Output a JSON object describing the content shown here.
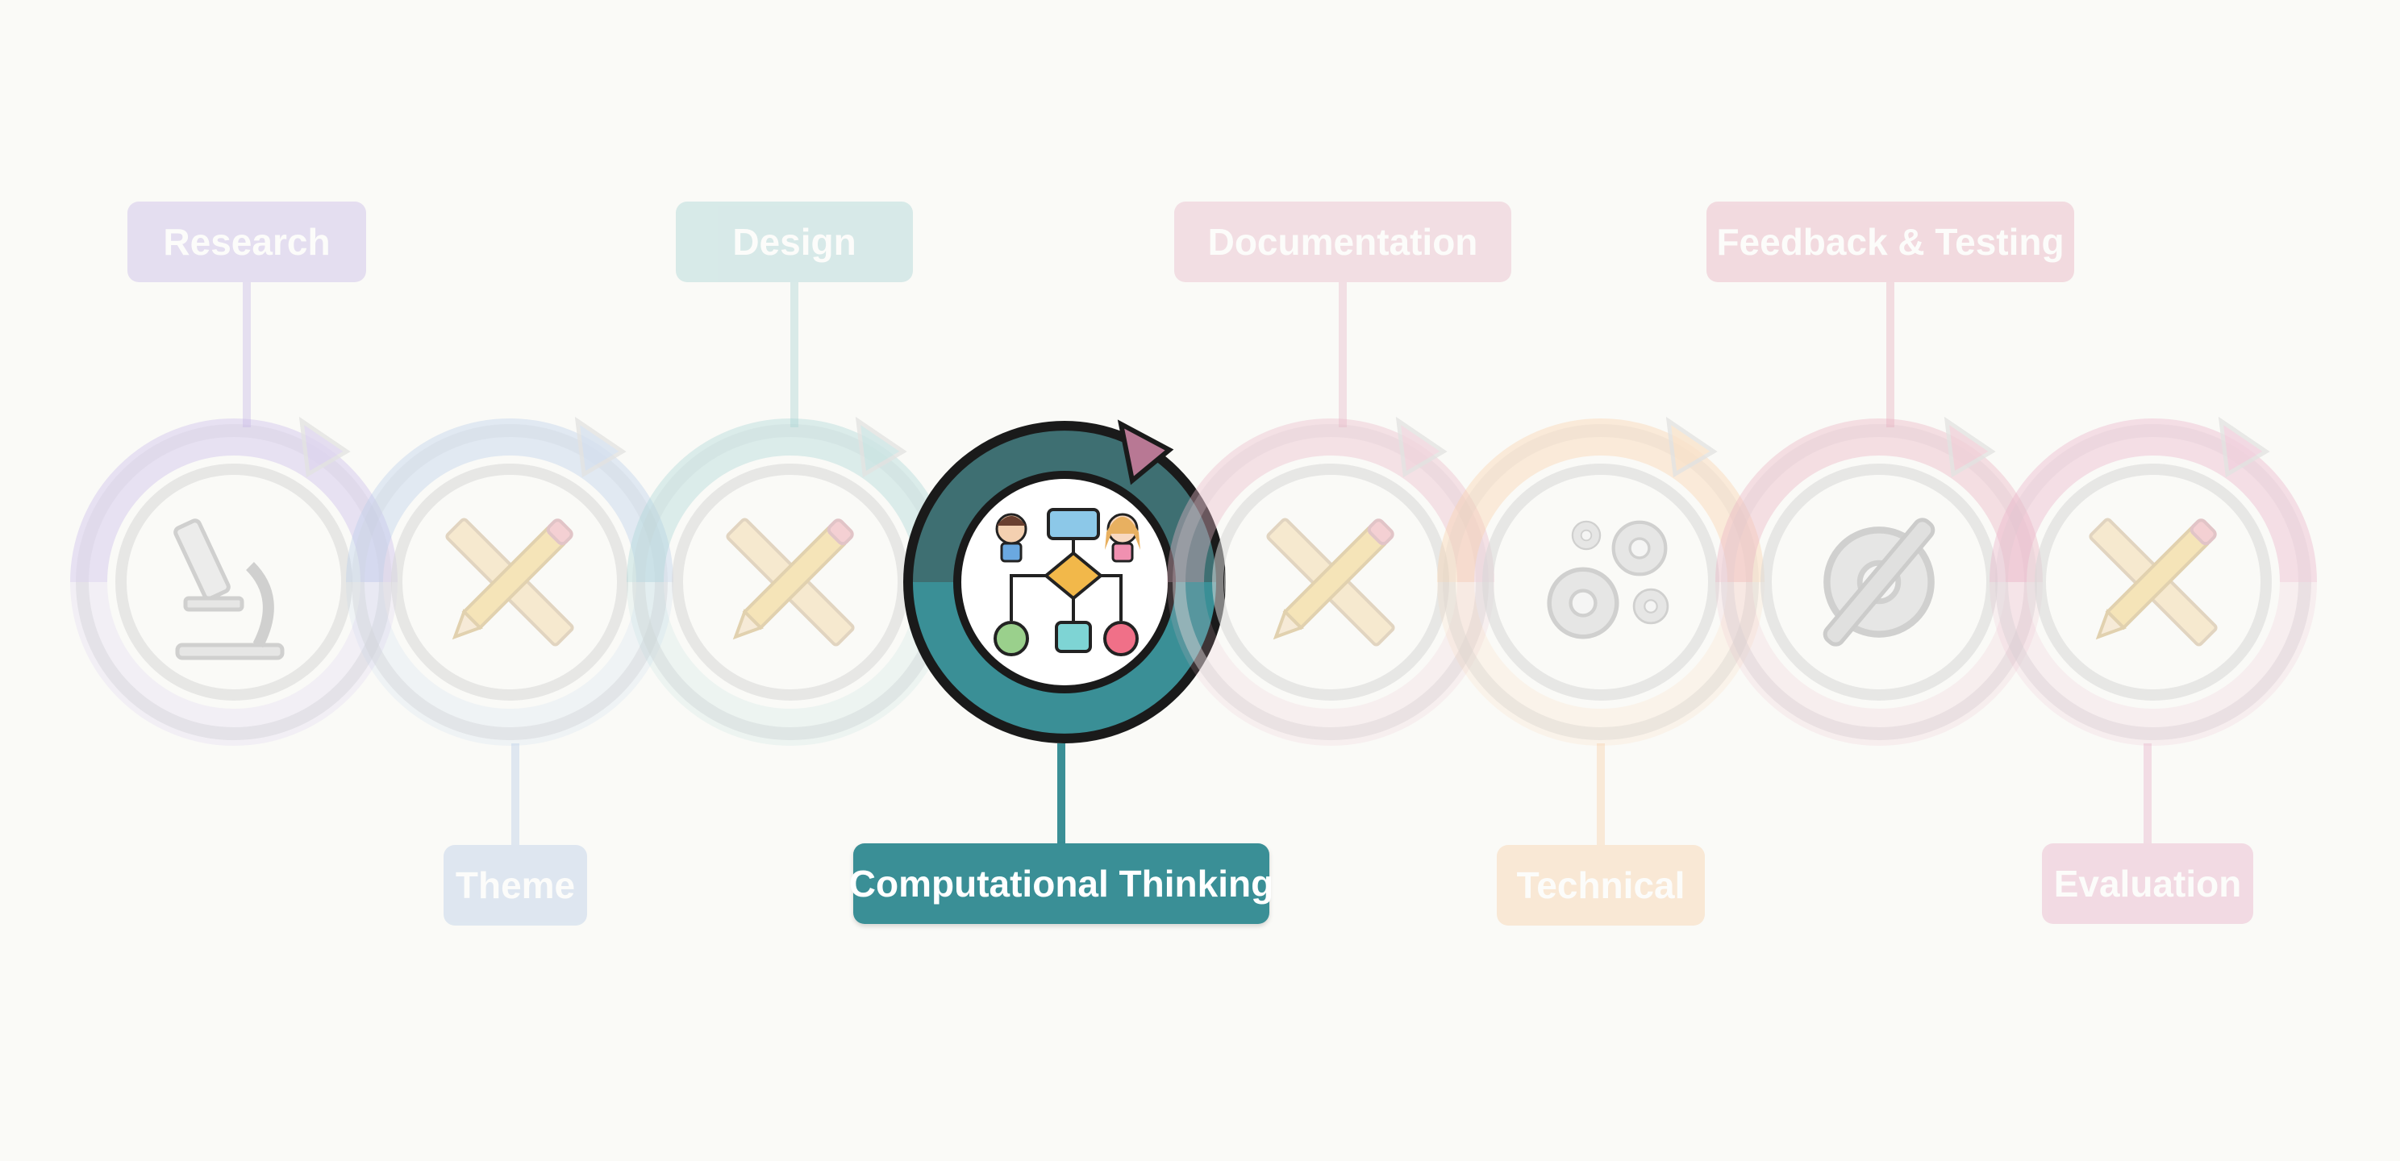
{
  "diagram": {
    "stages": [
      {
        "label": "Research",
        "color": "#c8b8e8",
        "icon": "microscope-icon",
        "active": false
      },
      {
        "label": "Theme",
        "color": "#b8cce8",
        "icon": "pencil-ruler-icon",
        "active": false
      },
      {
        "label": "Design",
        "color": "#a8d4d4",
        "icon": "pencil-ruler-icon",
        "active": false
      },
      {
        "label": "Computational Thinking",
        "color": "#3a8f96",
        "icon": "flowchart-kids-icon",
        "active": true
      },
      {
        "label": "Documentation",
        "color": "#e8b8c8",
        "icon": "pencil-ruler-icon",
        "active": false
      },
      {
        "label": "Technical",
        "color": "#f8d0a8",
        "icon": "gears-icon",
        "active": false
      },
      {
        "label": "Feedback & Testing",
        "color": "#e8b0c0",
        "icon": "gear-wrench-icon",
        "active": false
      },
      {
        "label": "Evaluation",
        "color": "#e8b0c8",
        "icon": "pencil-ruler-icon",
        "active": false
      }
    ]
  }
}
